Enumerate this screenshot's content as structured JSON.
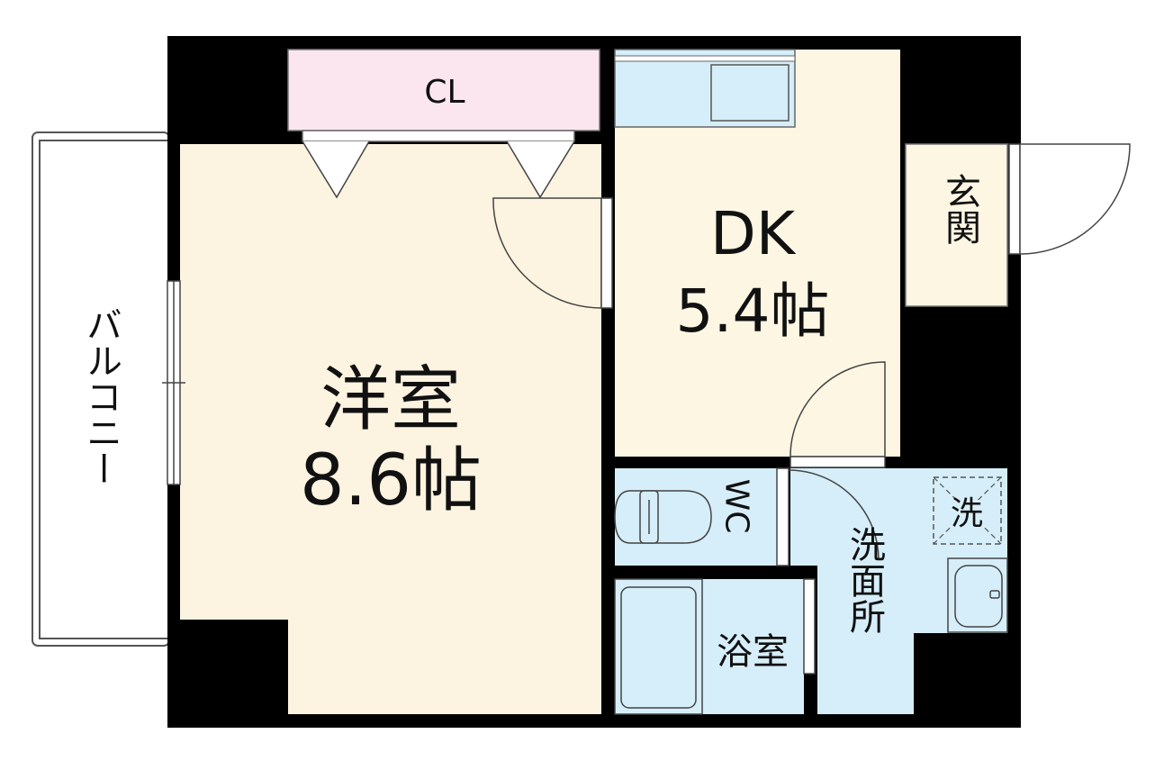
{
  "floor_plan": {
    "rooms": {
      "western_room": {
        "name": "洋室",
        "size": "8.6帖"
      },
      "dining_kitchen": {
        "name": "DK",
        "size": "5.4帖"
      },
      "closet": {
        "name": "CL"
      },
      "entrance": {
        "name": "玄関"
      },
      "balcony": {
        "name": "バルコニー"
      },
      "toilet": {
        "name": "WC"
      },
      "bathroom": {
        "name": "浴室"
      },
      "washroom": {
        "name": "洗面所"
      },
      "washer_space": {
        "name": "洗"
      }
    },
    "colors": {
      "wall": "#000000",
      "western_room_floor": "#fcf3e0",
      "dk_floor": "#fdf6e3",
      "closet": "#fbe6f0",
      "wet_area": "#d6eef9",
      "outline": "#555555"
    }
  }
}
